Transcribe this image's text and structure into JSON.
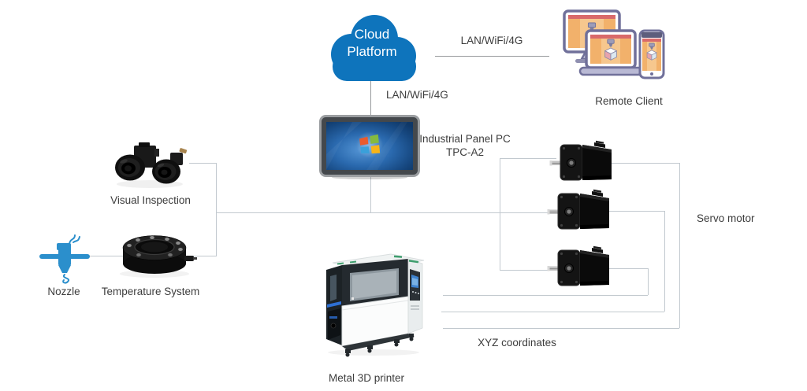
{
  "colors": {
    "cloud_blue": "#0e74bc",
    "connector_light": "#c2c9cf",
    "connector_dark": "#97999c",
    "text": "#3d3d3d",
    "nozzle_blue": "#2b8fcc",
    "windows_logo": [
      "#ea5b2d",
      "#84ba3f",
      "#3aa0da",
      "#f7b418"
    ]
  },
  "icons": [
    "cloud-icon",
    "remote-client-icon",
    "panel-pc-icon",
    "windows-logo-icon",
    "camera-icon",
    "nozzle-icon",
    "temperature-sensor-icon",
    "printer-icon",
    "servo-motor-icon"
  ],
  "nodes": {
    "cloud": {
      "line1": "Cloud",
      "line2": "Platform"
    },
    "remote_client": {
      "label": "Remote Client"
    },
    "panel_pc": {
      "line1": "Industrial Panel PC",
      "line2": "TPC-A2"
    },
    "visual_inspection": {
      "label": "Visual Inspection"
    },
    "nozzle": {
      "label": "Nozzle"
    },
    "temperature_system": {
      "label": "Temperature System"
    },
    "printer": {
      "label": "Metal 3D printer"
    },
    "servo_motor": {
      "label": "Servo motor"
    },
    "xyz": {
      "label": "XYZ coordinates"
    }
  },
  "edges": {
    "cloud_to_remote": {
      "label": "LAN/WiFi/4G"
    },
    "cloud_to_panel": {
      "label": "LAN/WiFi/4G"
    }
  }
}
